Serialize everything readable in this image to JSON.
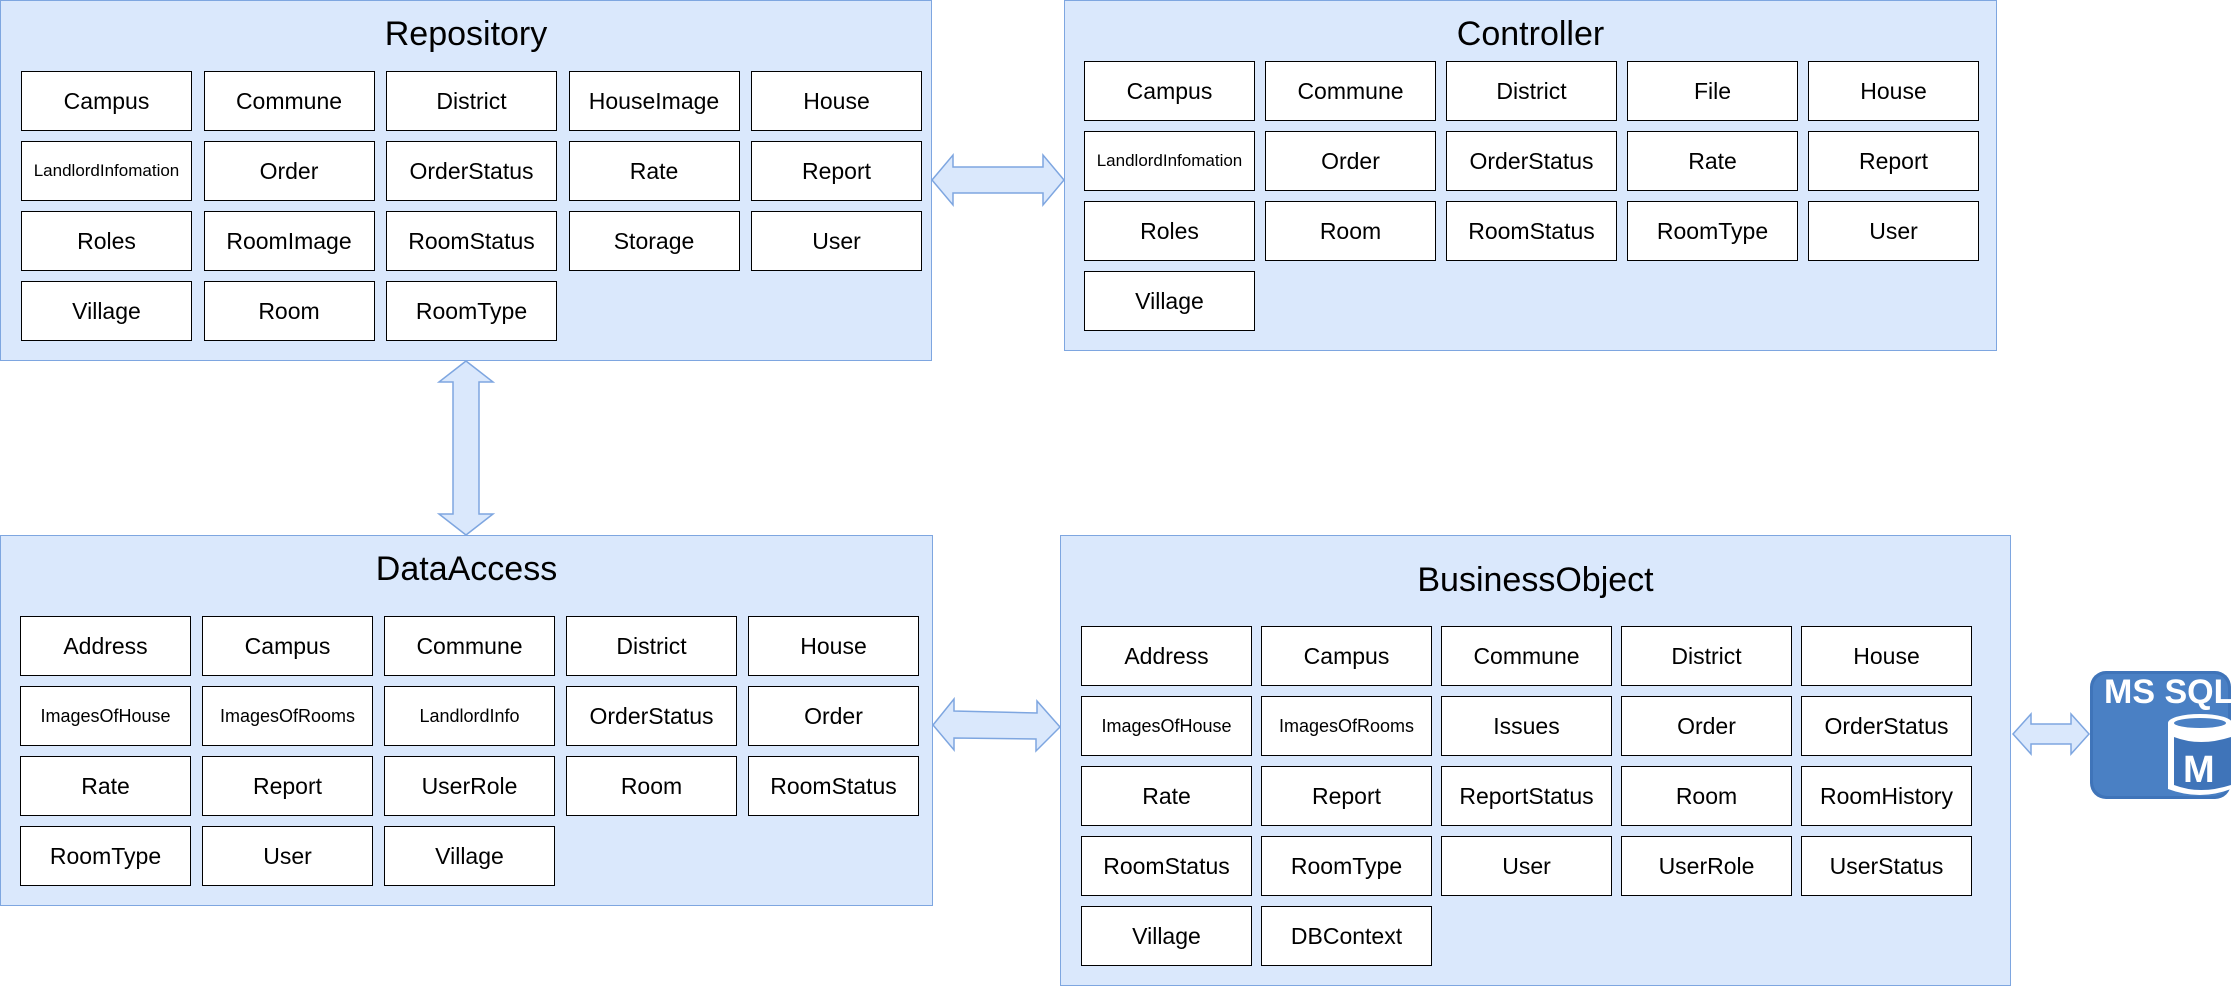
{
  "repository": {
    "title": "Repository",
    "classes": [
      "Campus",
      "Commune",
      "District",
      "HouseImage",
      "House",
      "LandlordInfomation",
      "Order",
      "OrderStatus",
      "Rate",
      "Report",
      "Roles",
      "RoomImage",
      "RoomStatus",
      "Storage",
      "User",
      "Village",
      "Room",
      "RoomType"
    ]
  },
  "controller": {
    "title": "Controller",
    "classes": [
      "Campus",
      "Commune",
      "District",
      "File",
      "House",
      "LandlordInfomation",
      "Order",
      "OrderStatus",
      "Rate",
      "Report",
      "Roles",
      "Room",
      "RoomStatus",
      "RoomType",
      "User",
      "Village"
    ]
  },
  "data_access": {
    "title": "DataAccess",
    "classes": [
      "Address",
      "Campus",
      "Commune",
      "District",
      "House",
      "ImagesOfHouse",
      "ImagesOfRooms",
      "LandlordInfo",
      "OrderStatus",
      "Order",
      "Rate",
      "Report",
      "UserRole",
      "Room",
      "RoomStatus",
      "RoomType",
      "User",
      "Village"
    ]
  },
  "business_object": {
    "title": "BusinessObject",
    "classes": [
      "Address",
      "Campus",
      "Commune",
      "District",
      "House",
      "ImagesOfHouse",
      "ImagesOfRooms",
      "Issues",
      "Order",
      "OrderStatus",
      "Rate",
      "Report",
      "ReportStatus",
      "Room",
      "RoomHistory",
      "RoomStatus",
      "RoomType",
      "User",
      "UserRole",
      "UserStatus",
      "Village",
      "DBContext"
    ]
  },
  "database": {
    "label": "MS SQL",
    "icon": "ms-sql-database-icon",
    "letter": "M"
  },
  "colors": {
    "package_fill": "#dae8fc",
    "package_border": "#7ea6e0",
    "db_blue": "#3f74b9"
  }
}
